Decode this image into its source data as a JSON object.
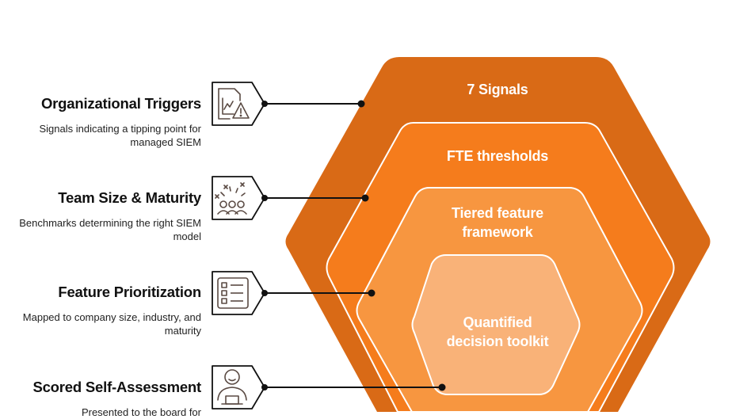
{
  "layers": [
    {
      "label": "7 Signals",
      "fill": "#d96a16"
    },
    {
      "label": "FTE thresholds",
      "fill": "#f57c1c"
    },
    {
      "label": "Tiered feature framework",
      "fill": "#f79640"
    },
    {
      "label": "Quantified decision toolkit",
      "fill": "#f9b278"
    }
  ],
  "items": [
    {
      "title": "Organizational Triggers",
      "description": "Signals indicating a tipping point for managed SIEM",
      "icon": "chart-warning-icon"
    },
    {
      "title": "Team Size & Maturity",
      "description": "Benchmarks determining the right SIEM model",
      "icon": "team-celebration-icon"
    },
    {
      "title": "Feature Prioritization",
      "description": "Mapped to company size, industry, and maturity",
      "icon": "checklist-icon"
    },
    {
      "title": "Scored Self-Assessment",
      "description": "Presented to the board for",
      "icon": "presenter-icon"
    }
  ],
  "colors": {
    "line": "#111111",
    "icon": "#5a4a43"
  }
}
